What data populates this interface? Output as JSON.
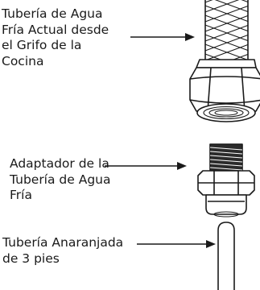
{
  "callouts": [
    {
      "id": "cold-water-line",
      "lines": [
        "Tubería de Agua",
        "Fría Actual desde",
        "el Grifo de la",
        "Cocina"
      ]
    },
    {
      "id": "line-adapter",
      "lines": [
        "Adaptador de la",
        "Tubería de Agua",
        "Fría"
      ]
    },
    {
      "id": "orange-tubing",
      "lines": [
        "Tubería Anaranjada",
        "de 3 pies"
      ]
    }
  ]
}
